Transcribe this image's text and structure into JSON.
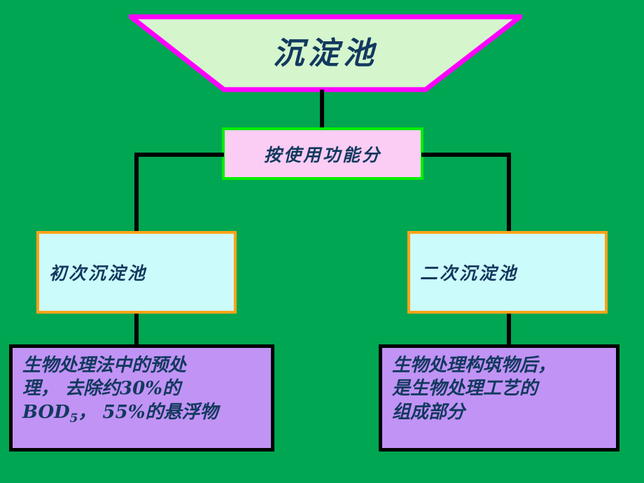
{
  "slide": {
    "background_color": "#00a651",
    "type": "hierarchy-flowchart"
  },
  "title": {
    "text": "沉淀池",
    "shape": "trapezoid",
    "fill_color": "#d5f5cd",
    "border_color": "#ff00ff",
    "text_color": "#12395e"
  },
  "criteria": {
    "label": "按使用功能分",
    "fill_color": "#fbcdf4",
    "border_color": "#00ee00",
    "text_color": "#12395e"
  },
  "branches": [
    {
      "label": "初次沉淀池",
      "fill_color": "#ccfbfb",
      "border_color": "#ffa319",
      "description": {
        "lines": [
          "生物处理法中的预处",
          "理， 去除约30%的",
          "BOD"
        ],
        "line3_sub": "5",
        "line3_tail": "， 55%的悬浮物"
      },
      "desc_fill_color": "#c193f5",
      "desc_border_color": "#000000"
    },
    {
      "label": "二次沉淀池",
      "fill_color": "#ccfbfb",
      "border_color": "#ffa319",
      "description": {
        "lines": [
          "生物处理构筑物后，",
          "是生物处理工艺的",
          "组成部分"
        ]
      },
      "desc_fill_color": "#c193f5",
      "desc_border_color": "#000000"
    }
  ],
  "connectors": {
    "color": "#000000",
    "count": 7
  }
}
